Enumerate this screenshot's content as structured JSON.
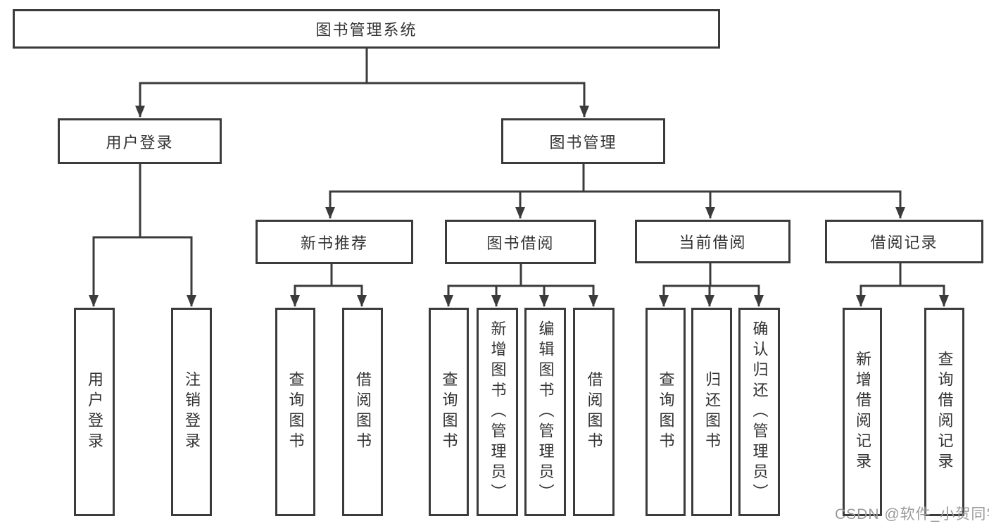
{
  "diagram": {
    "title": "图书管理系统",
    "root": {
      "label": "图书管理系统"
    },
    "branches": [
      {
        "label": "用户登录",
        "children": [
          {
            "label": "用户登录"
          },
          {
            "label": "注销登录"
          }
        ]
      },
      {
        "label": "图书管理",
        "children": [
          {
            "label": "新书推荐",
            "children": [
              {
                "label": "查询图书"
              },
              {
                "label": "借阅图书"
              }
            ]
          },
          {
            "label": "图书借阅",
            "children": [
              {
                "label": "查询图书"
              },
              {
                "label": "新增图书（管理员）"
              },
              {
                "label": "编辑图书（管理员）"
              },
              {
                "label": "借阅图书"
              }
            ]
          },
          {
            "label": "当前借阅",
            "children": [
              {
                "label": "查询图书"
              },
              {
                "label": "归还图书"
              },
              {
                "label": "确认归还（管理员）"
              }
            ]
          },
          {
            "label": "借阅记录",
            "children": [
              {
                "label": "新增借阅记录"
              },
              {
                "label": "查询借阅记录"
              }
            ]
          }
        ]
      }
    ]
  },
  "watermark": {
    "text": "CSDN @软件_小贺同学"
  },
  "colors": {
    "line": "#3b3b3b",
    "box_border": "#3b3b3b",
    "box_fill": "#ffffff",
    "text": "#333333",
    "watermark": "#9a9a9a",
    "background": "#ffffff"
  }
}
